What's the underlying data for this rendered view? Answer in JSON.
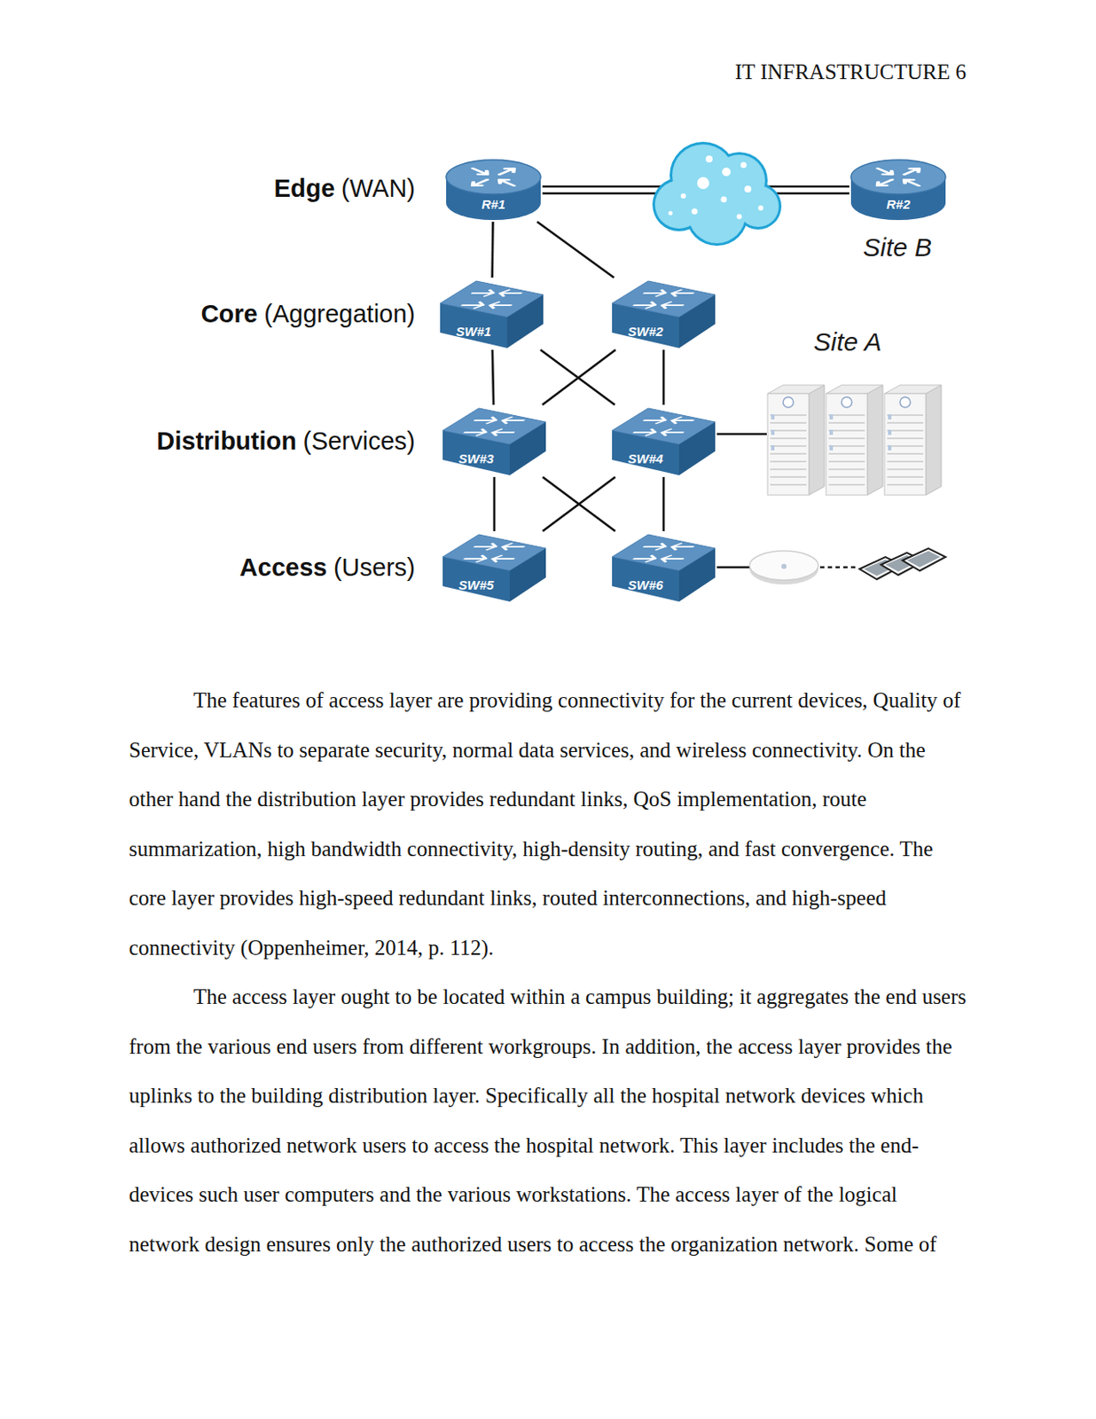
{
  "diagram": {
    "nodes": [
      {
        "text": [
          "Site A"
        ]
      },
      {
        "text": [
          "R#1"
        ],
        "in": 0
      },
      {
        "text": [
          "Site B"
        ]
      },
      {
        "text": [
          "R#2"
        ],
        "in": 2
      },
      {
        "text": [
          "SW#1"
        ],
        "in": 0
      },
      {
        "text": [
          "SW#2"
        ],
        "in": 0
      },
      {
        "text": [
          "SW#3"
        ],
        "in": 0
      },
      {
        "text": [
          "SW#4"
        ],
        "in": 0
      },
      {
        "text": [
          "SW#5"
        ],
        "in": 0
      },
      {
        "text": [
          "SW#6"
        ],
        "in": 0
      }
    ],
    "edges": [
      {
        "from": 1,
        "to": 4,
        "arrow": "none"
      },
      {
        "from": 1,
        "to": 5,
        "arrow": "none"
      },
      {
        "from": 4,
        "to": 6,
        "arrow": "none"
      },
      {
        "from": 4,
        "to": 7,
        "arrow": "none"
      },
      {
        "from": 5,
        "to": 6,
        "arrow": "none"
      },
      {
        "from": 5,
        "to": 7,
        "arrow": "none"
      },
      {
        "from": 6,
        "to": 8,
        "arrow": "none"
      },
      {
        "from": 6,
        "to": 9,
        "arrow": "none"
      },
      {
        "from": 7,
        "to": 8,
        "arrow": "none"
      },
      {
        "from": 7,
        "to": 9,
        "arrow": "none"
      },
      {
        "from": 1,
        "to": 3,
        "arrow": "none"
      }
    ],
    "labels": [
      "IT INFRASTRUCTURE 6",
      "Edge",
      "(WAN)",
      "Core",
      "(Aggregation)",
      "Distribution",
      "(Services)",
      "Access",
      "(Users)",
      "The features of access layer are providing connectivity for the current devices, Quality of Service, VLANs to separate security, normal data services, and wireless connectivity. On the other hand the distribution layer provides redundant links, QoS implementation, route summarization, high bandwidth connectivity, high-density routing, and fast convergence. The core layer provides high-speed redundant links, routed interconnections, and high-speed connectivity (Oppenheimer, 2014, p. 112).",
      "The access layer ought to be located within a campus building; it aggregates the end users from the various end users from different workgroups. In addition, the access layer provides the uplinks to the building distribution layer. Specifically all the hospital network devices which allows authorized network users to access the hospital network. This layer includes the end-devices such user computers and the various workstations. The access layer of the logical network design ensures only the authorized users to access the organization network. Some of"
    ]
  }
}
